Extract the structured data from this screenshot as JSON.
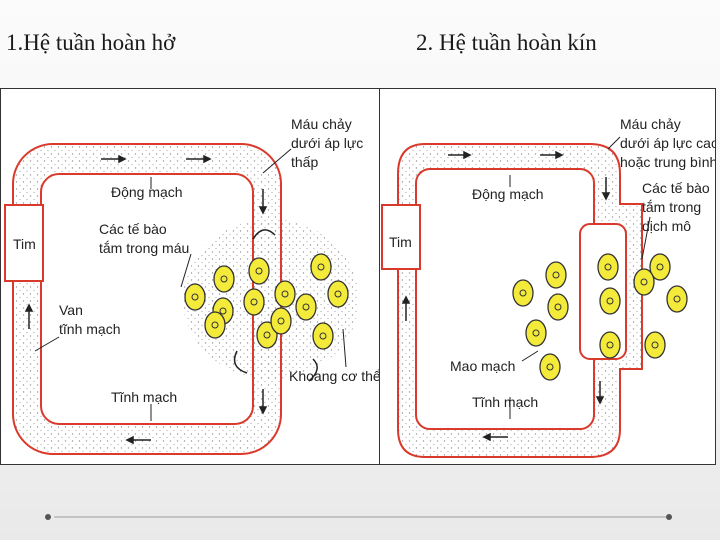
{
  "titles": {
    "left": "1.Hệ tuần hoàn hở",
    "right": "2. Hệ tuần hoàn kín"
  },
  "open_system": {
    "labels": {
      "blood_low_pressure": [
        "Máu chảy",
        "dưới áp lực",
        "thấp"
      ],
      "artery": "Động mạch",
      "heart": "Tim",
      "cells_in_blood": [
        "Các tế bào",
        "tắm trong máu"
      ],
      "valve": [
        "Van",
        "tĩnh mạch"
      ],
      "vein": "Tĩnh mạch",
      "body_cavity": "Khoang cơ thể"
    }
  },
  "closed_system": {
    "labels": {
      "blood_high_pressure": [
        "Máu chảy",
        "dưới áp lực cao",
        "hoặc trung bình"
      ],
      "artery": "Động mạch",
      "heart": "Tim",
      "cells_in_fluid": [
        "Các tế bào",
        "tắm trong",
        "dịch mô"
      ],
      "capillary": "Mao mạch",
      "vein": "Tĩnh mạch"
    }
  },
  "colors": {
    "vessel_outline": "#d93a2b",
    "cell_fill": "#f3ea3a",
    "stipple": "#999999"
  }
}
